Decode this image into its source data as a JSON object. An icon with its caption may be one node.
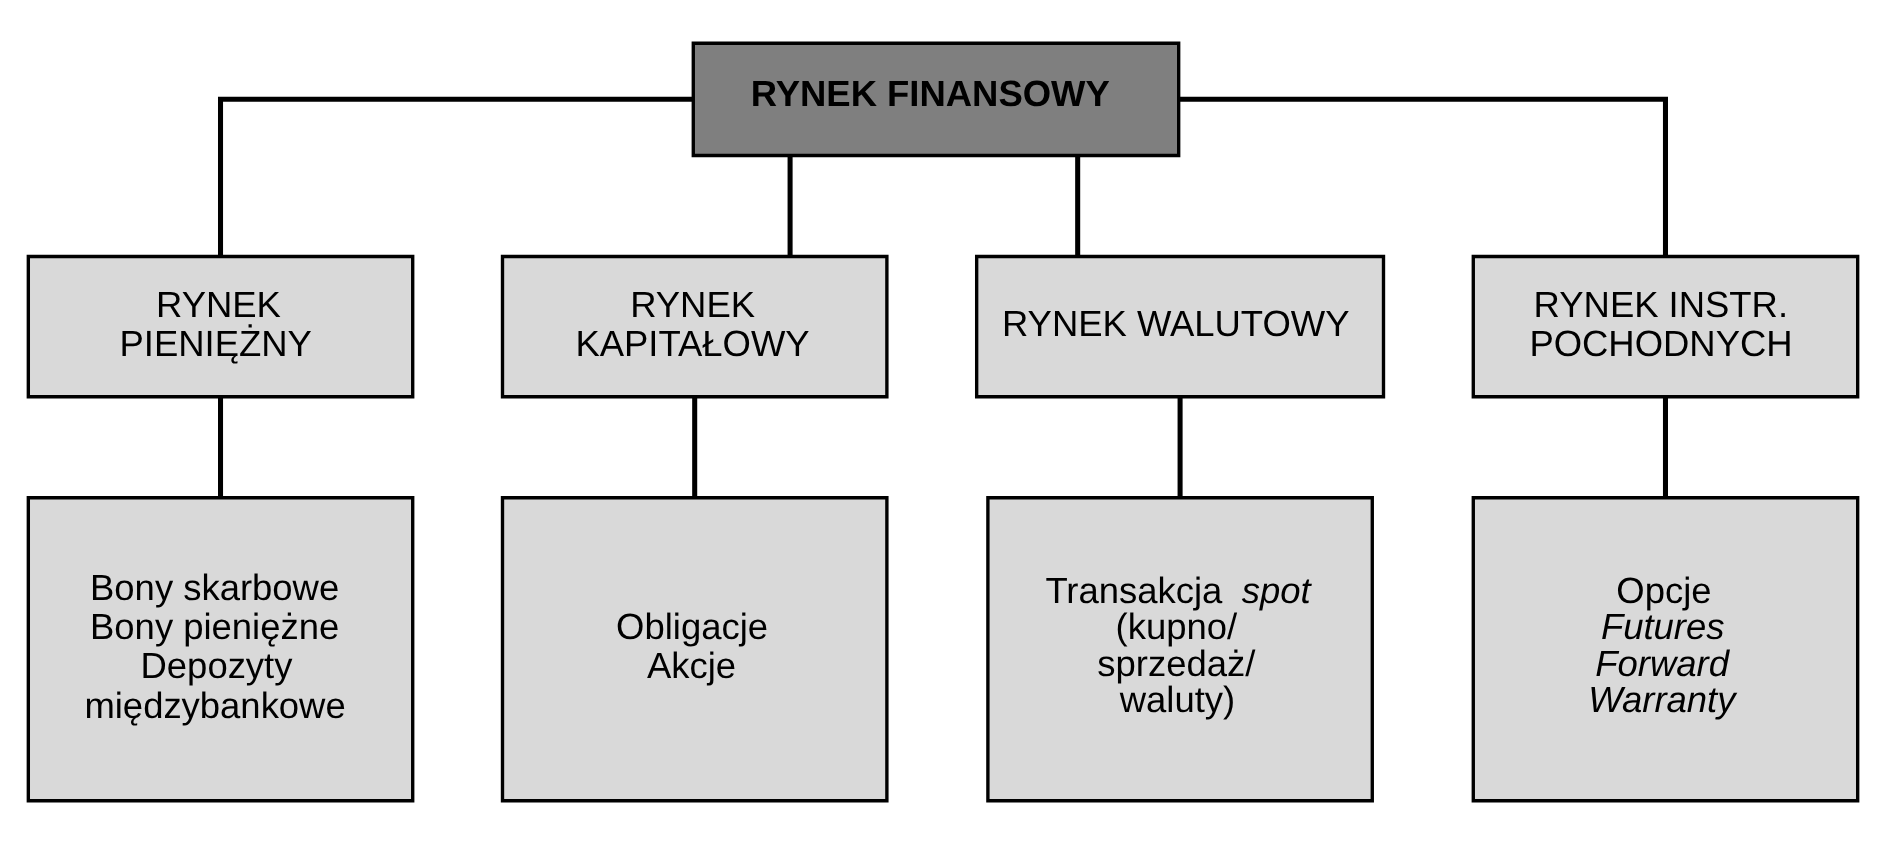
{
  "diagram": {
    "nodes": [
      {
        "text": [
          "RYNEK FINANSOWY"
        ]
      },
      {
        "text": [
          "RYNEK PIENIĘŻNY"
        ]
      },
      {
        "text": [
          "RYNEK KAPITAŁOWY"
        ]
      },
      {
        "text": [
          "RYNEK WALUTOWY"
        ]
      },
      {
        "text": [
          "RYNEK INSTR. POCHODNYCH"
        ]
      },
      {
        "text": [
          "Bony skarbowe",
          "Bony pieniężne",
          "Depozyty międzybankowe"
        ]
      },
      {
        "text": [
          "Obligacje",
          "Akcje"
        ]
      },
      {
        "text": [
          "Transakcja *spot* (kupno/ sprzedaż/ waluty)"
        ]
      },
      {
        "text": [
          "Opcje",
          "*Futures*",
          "*Forward*",
          "*Warranty*"
        ]
      }
    ],
    "edges": [
      {
        "from": 0,
        "to": 1,
        "arrow": "none"
      },
      {
        "from": 0,
        "to": 2,
        "arrow": "none"
      },
      {
        "from": 0,
        "to": 3,
        "arrow": "none"
      },
      {
        "from": 0,
        "to": 4,
        "arrow": "none"
      },
      {
        "from": 1,
        "to": 5,
        "arrow": "none"
      },
      {
        "from": 2,
        "to": 6,
        "arrow": "none"
      },
      {
        "from": 3,
        "to": 7,
        "arrow": "none"
      },
      {
        "from": 4,
        "to": 8,
        "arrow": "none"
      }
    ]
  }
}
